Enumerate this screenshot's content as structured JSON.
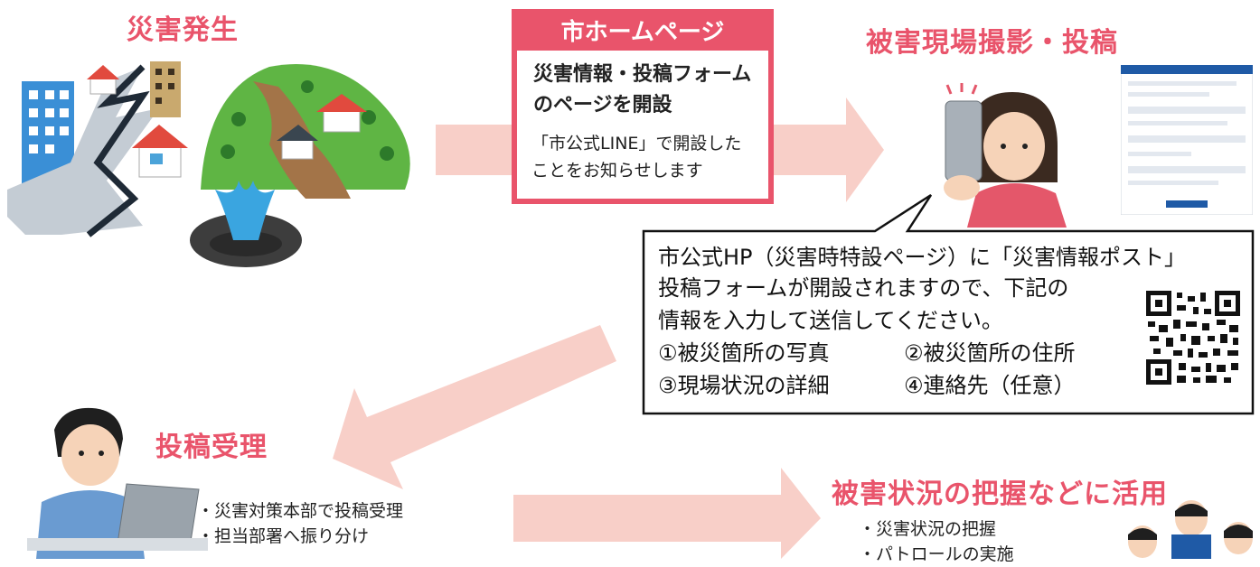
{
  "stages": {
    "disaster": "災害発生",
    "photo": "被害現場撮影・投稿",
    "receive": "投稿受理",
    "usage": "被害状況の把握などに活用"
  },
  "homepage_box": {
    "header": "市ホームページ",
    "main_line1": "災害情報・投稿フォーム",
    "main_line2": "のページを開設",
    "sub_line1": "「市公式LINE」で開設した",
    "sub_line2": "ことをお知らせします"
  },
  "bubble": {
    "line1": "市公式HP（災害時特設ページ）に「災害情報ポスト」",
    "line2": "投稿フォームが開設されますので、下記の",
    "line3": "情報を入力して送信してください。",
    "item1": "①被災箇所の写真",
    "item2": "②被災箇所の住所",
    "item3": "③現場状況の詳細",
    "item4": "④連絡先（任意）"
  },
  "receive_bullets": [
    "・災害対策本部で投稿受理",
    "・担当部署へ振り分け"
  ],
  "usage_bullets": [
    "・災害状況の把握",
    "・パトロールの実施"
  ],
  "colors": {
    "accent": "#e9546b",
    "arrow": "#f8cfc8"
  }
}
